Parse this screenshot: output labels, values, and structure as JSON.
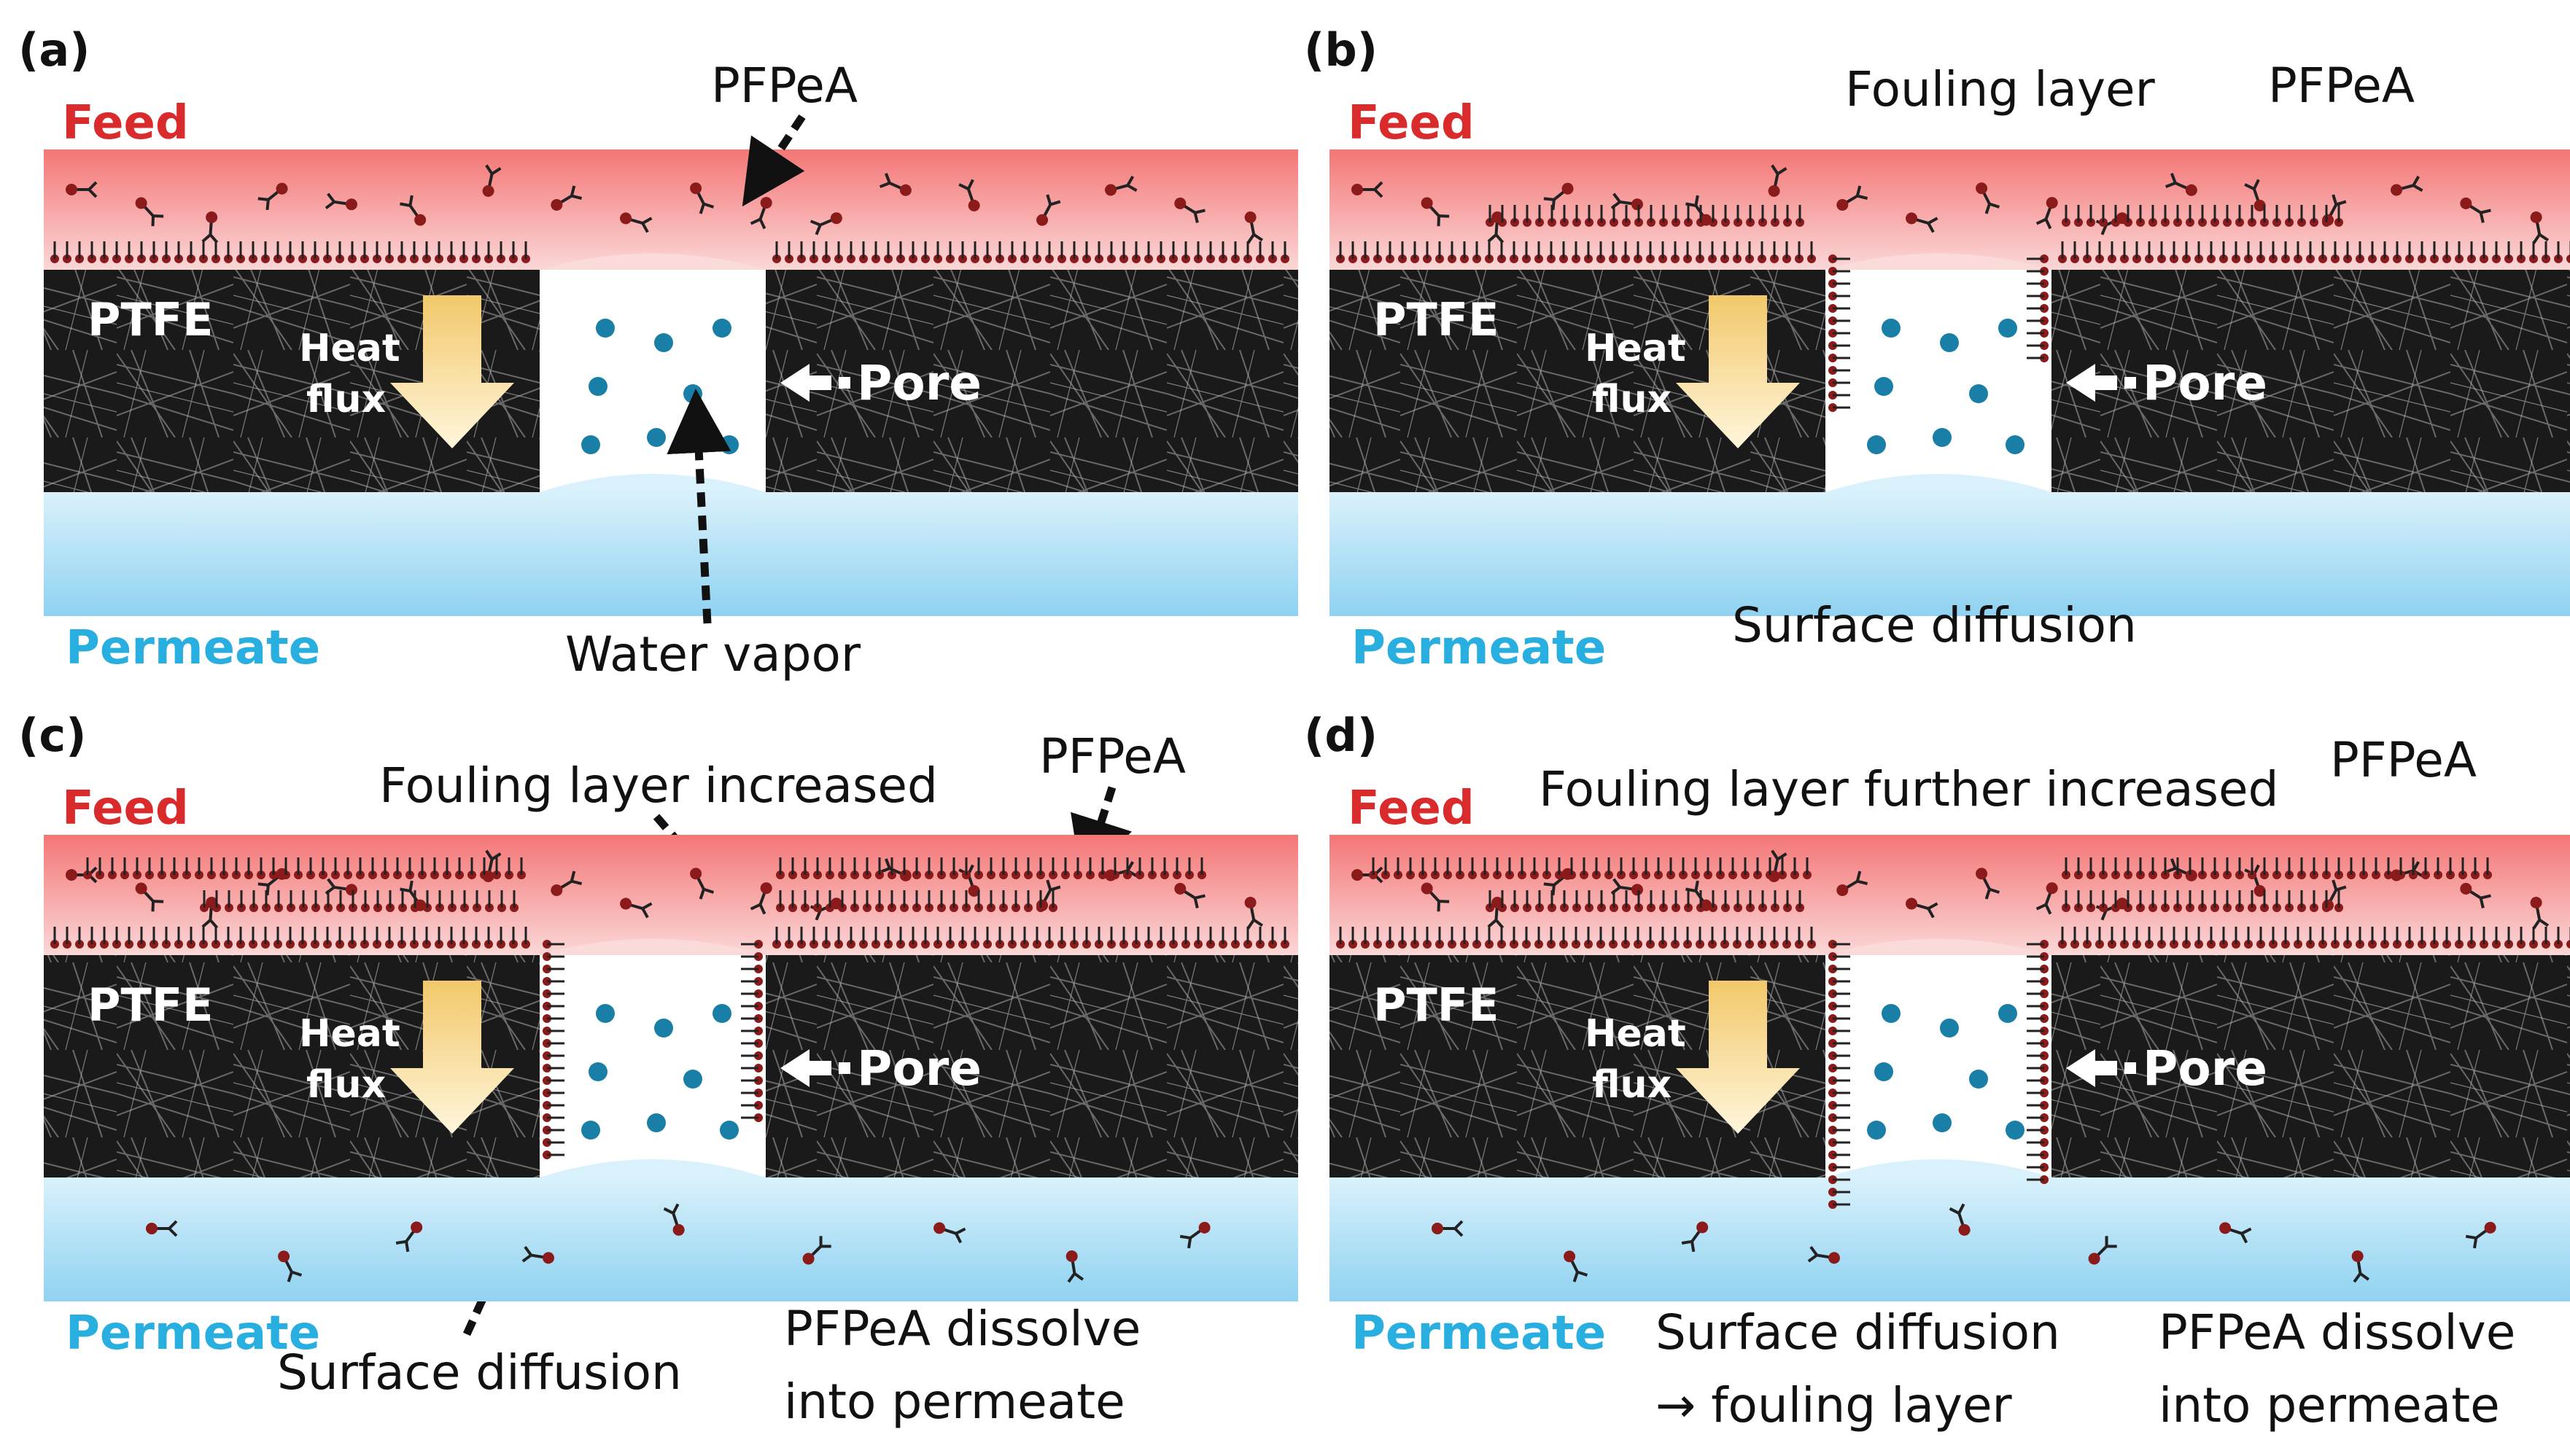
{
  "panels": [
    {
      "id": "a",
      "letter": "(a)",
      "feed": "Feed",
      "permeate": "Permeate",
      "ptfe": "PTFE",
      "heat1": "Heat",
      "heat2": "flux",
      "pore": "Pore",
      "annotations": [
        "PFPeA",
        "Water vapor"
      ]
    },
    {
      "id": "b",
      "letter": "(b)",
      "feed": "Feed",
      "permeate": "Permeate",
      "ptfe": "PTFE",
      "heat1": "Heat",
      "heat2": "flux",
      "pore": "Pore",
      "annotations": [
        "Fouling layer",
        "PFPeA",
        "Surface diffusion"
      ]
    },
    {
      "id": "c",
      "letter": "(c)",
      "feed": "Feed",
      "permeate": "Permeate",
      "ptfe": "PTFE",
      "heat1": "Heat",
      "heat2": "flux",
      "pore": "Pore",
      "annotations": [
        "Fouling layer increased",
        "PFPeA",
        "Surface diffusion",
        "PFPeA dissolve",
        "into permeate"
      ]
    },
    {
      "id": "d",
      "letter": "(d)",
      "feed": "Feed",
      "permeate": "Permeate",
      "ptfe": "PTFE",
      "heat1": "Heat",
      "heat2": "flux",
      "pore": "Pore",
      "annotations": [
        "Fouling layer further increased",
        "PFPeA",
        "Surface diffusion",
        "→ fouling layer",
        "PFPeA dissolve",
        "into permeate"
      ]
    }
  ],
  "colors": {
    "feed_text": "#d92b2b",
    "permeate_text": "#29aee0",
    "feed_band": "#f37e7e",
    "permeate_band": "#9fd8f2",
    "membrane": "#1b1b1b",
    "molecule": "#8b1a1a",
    "vapor_dot": "#1a7fa6",
    "heat_arrow": "#f5d98a"
  }
}
